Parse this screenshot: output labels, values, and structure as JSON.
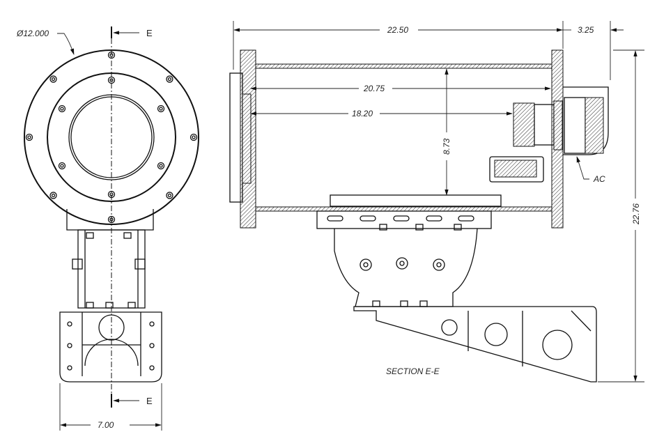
{
  "labels": {
    "diameter": "Ø12.000",
    "section_mark_top": "E",
    "section_mark_bottom": "E",
    "overall_length": "22.50",
    "rear_offset": "3.25",
    "inner_length": "20.75",
    "window_to_unit": "18.20",
    "inner_height": "8.73",
    "ac_callout": "AC",
    "overall_height": "22.76",
    "bracket_width": "7.00",
    "section_title": "SECTION E-E"
  }
}
